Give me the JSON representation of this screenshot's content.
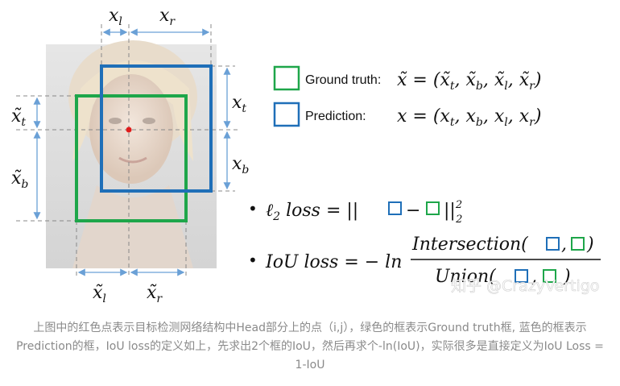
{
  "figure": {
    "box_labels": {
      "top_xl": "x_l",
      "top_xr": "x_r",
      "right_xt": "x_t",
      "right_xb": "x_b",
      "left_xt": "x̃_t",
      "left_xb": "x̃_b",
      "bottom_xl": "x̃_l",
      "bottom_xr": "x̃_r"
    },
    "legend": {
      "ground_truth_label": "Ground truth:",
      "ground_truth_formula": "x̃ = (x̃t, x̃b, x̃l, x̃r)",
      "prediction_label": "Prediction:",
      "prediction_formula": "x = (xt, xb, xl, xr)"
    },
    "l2_loss": {
      "bullet": "•",
      "text": "ℓ2  loss = ||□ − □||²₂"
    },
    "iou_loss": {
      "bullet": "•",
      "lhs": "IoU loss = − ln",
      "numerator": "Intersection(□,□)",
      "denominator": "Union(□,□)"
    },
    "watermark": "知乎 @CrazyVertigo",
    "colors": {
      "ground_truth": "#1ea64a",
      "prediction": "#1f6fb8",
      "center_point": "#e01b1b",
      "dimension_arrows": "#6aa0d6",
      "dashed_guides": "#888888"
    }
  },
  "caption": "上图中的红色点表示目标检测网络结构中Head部分上的点（i,j），绿色的框表示Ground truth框, 蓝色的框表示Prediction的框，IoU loss的定义如上，先求出2个框的IoU，然后再求个-ln(IoU)，实际很多是直接定义为IoU Loss = 1-IoU"
}
